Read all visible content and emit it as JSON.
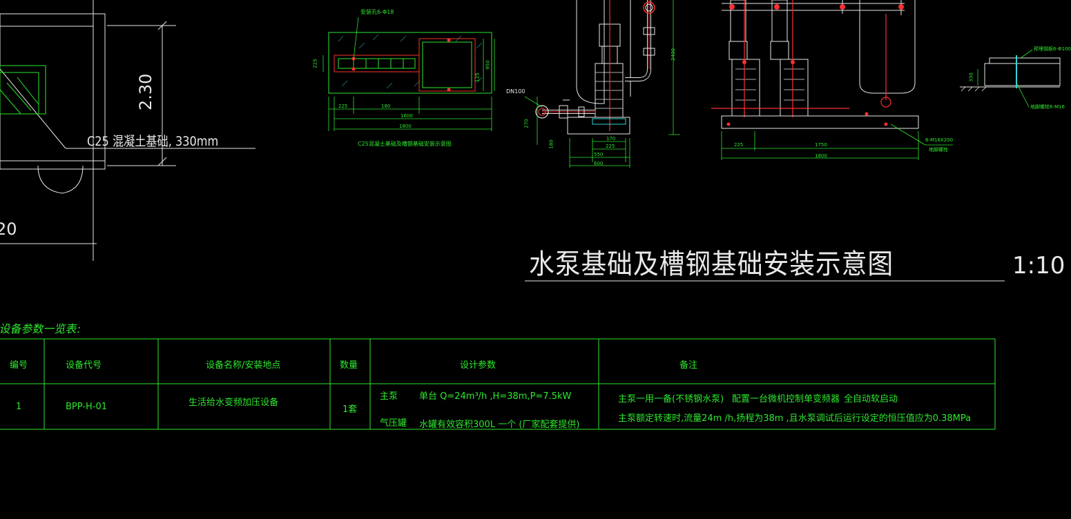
{
  "drawing": {
    "main_title": "水泵基础及槽钢基础安装示意图",
    "scale": "1:10",
    "concrete_note": "C25  混凝土基础, 330mm",
    "dim_left_height": "2.30",
    "dim_left_bottom": "20",
    "detail_a": {
      "caption": "C25混凝土基础及槽钢基础安装示意图",
      "callout": "安装孔6-Φ18",
      "dims": [
        "225",
        "180",
        "1600",
        "1800",
        "225",
        "950",
        "125"
      ]
    },
    "detail_b": {
      "pipe_label": "DN100",
      "dims": [
        "170",
        "225",
        "550",
        "600",
        "2400",
        "270",
        "180"
      ]
    },
    "detail_c": {
      "dims": [
        "225",
        "1750",
        "1800"
      ],
      "bolt_note": "6-M16X200",
      "bolt_sub": "地脚螺栓"
    },
    "detail_d": {
      "callout_top": "预埋钢板6-Φ100",
      "callout_bottom": "地脚螺栓6-M16",
      "dim": "330"
    }
  },
  "table": {
    "title": "设备参数一览表:",
    "headers": [
      "编号",
      "设备代号",
      "设备名称/安装地点",
      "数量",
      "设计参数",
      "备注"
    ],
    "row": {
      "no": "1",
      "code": "BPP-H-01",
      "name": "生活给水变频加压设备",
      "qty": "1套",
      "param1_label": "主泵",
      "param1_value": "单台 Q=24m³/h ,H=38m,P=7.5kW",
      "param2_label": "气压罐",
      "param2_value": "水罐有效容积300L   一个 (厂家配套提供)",
      "remark1_a": "主泵一用一备(不锈钢水泵)",
      "remark1_b": "配置一台微机控制单变频器",
      "remark1_c": "全自动软启动",
      "remark2": "主泵额定转速时,流量24m /h,扬程为38m ,且水泵调试后运行设定的恒压值应为0.38MPa"
    }
  },
  "colors": {
    "background": "#000000",
    "green": "#2ee82e",
    "white": "#e8e8e8",
    "red": "#ff3030",
    "cyan": "#35d6d6"
  }
}
